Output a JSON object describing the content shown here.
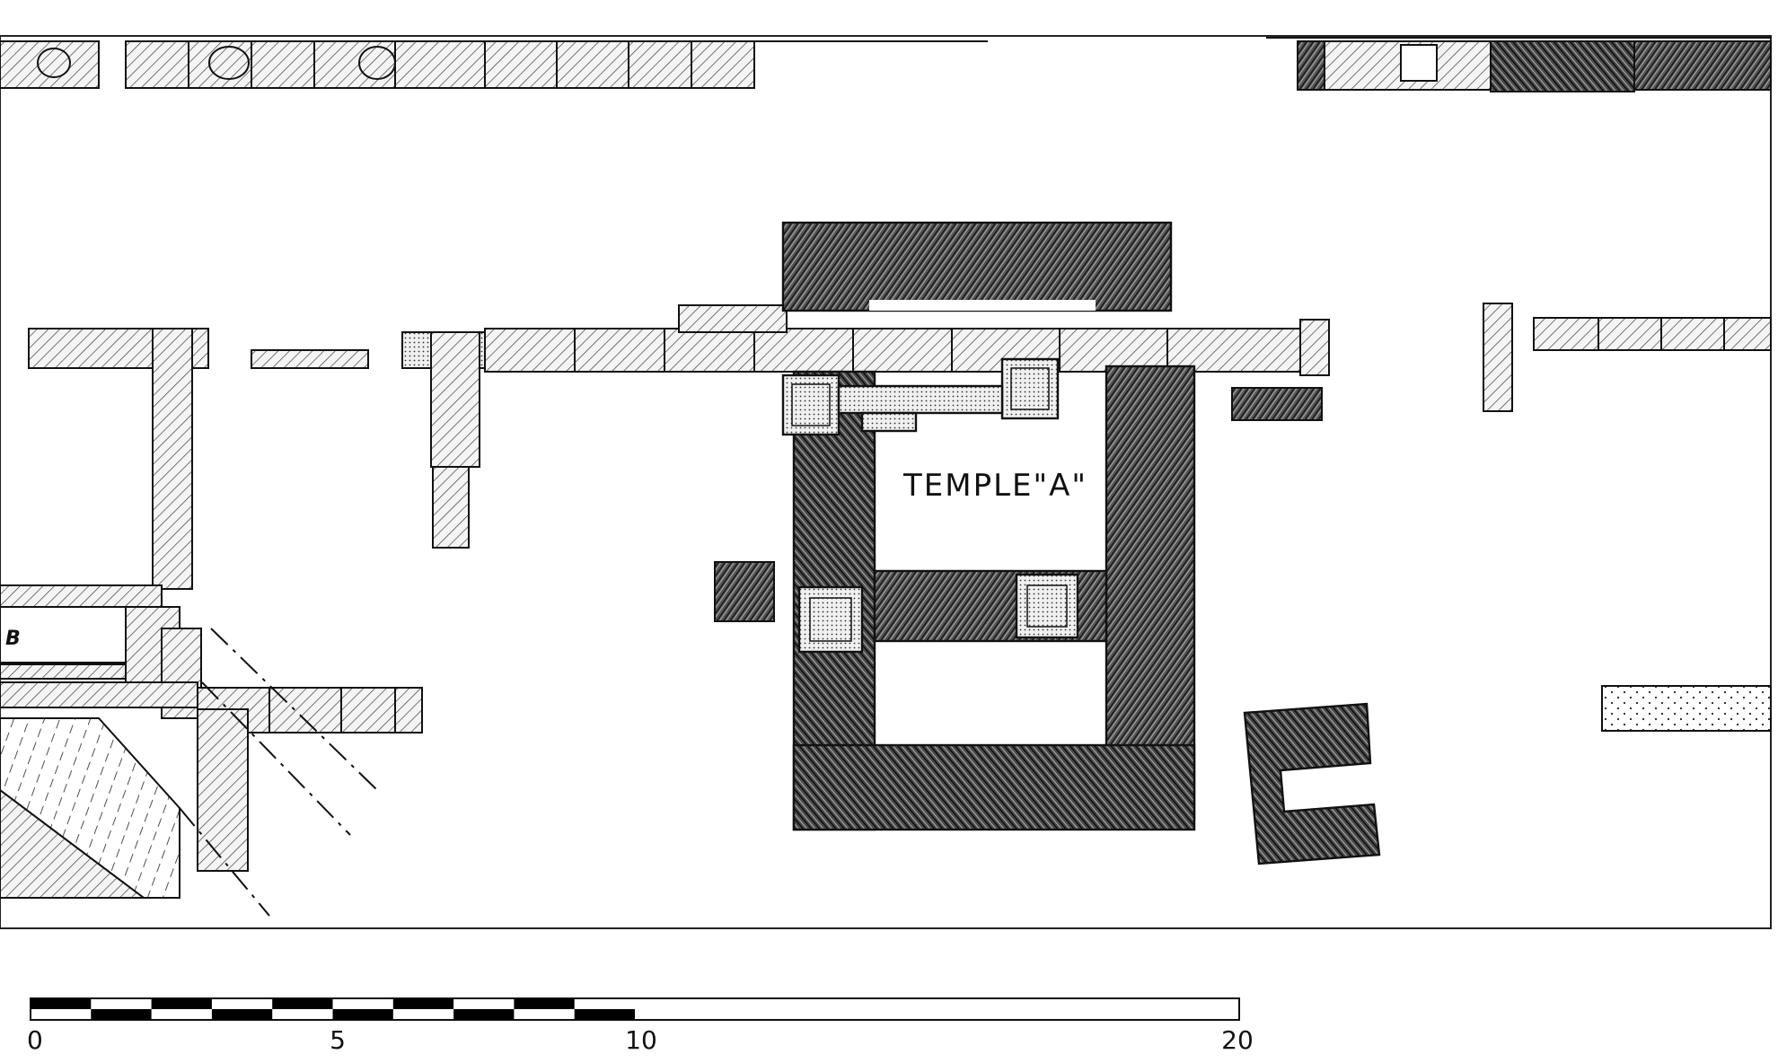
{
  "plan": {
    "temple_label": "TEMPLE\"A\"",
    "room_label": "B"
  },
  "scale_bar": {
    "ticks": [
      "0",
      "5",
      "10",
      "20"
    ]
  }
}
